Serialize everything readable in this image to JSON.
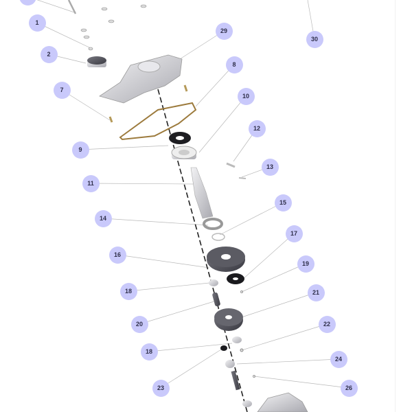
{
  "diagram": {
    "title": "Exploded parts view",
    "callout_color": "#c9c9fb",
    "callouts": [
      {
        "label": "1"
      },
      {
        "label": "2"
      },
      {
        "label": "7"
      },
      {
        "label": "9"
      },
      {
        "label": "11"
      },
      {
        "label": "29"
      },
      {
        "label": "30"
      },
      {
        "label": "8"
      },
      {
        "label": "10"
      },
      {
        "label": "12"
      },
      {
        "label": "13"
      },
      {
        "label": "14"
      },
      {
        "label": "15"
      },
      {
        "label": "16"
      },
      {
        "label": "17"
      },
      {
        "label": "18"
      },
      {
        "label": "19"
      },
      {
        "label": "20"
      },
      {
        "label": "21"
      },
      {
        "label": "18"
      },
      {
        "label": "22"
      },
      {
        "label": "23"
      },
      {
        "label": "24"
      },
      {
        "label": "26"
      }
    ]
  }
}
